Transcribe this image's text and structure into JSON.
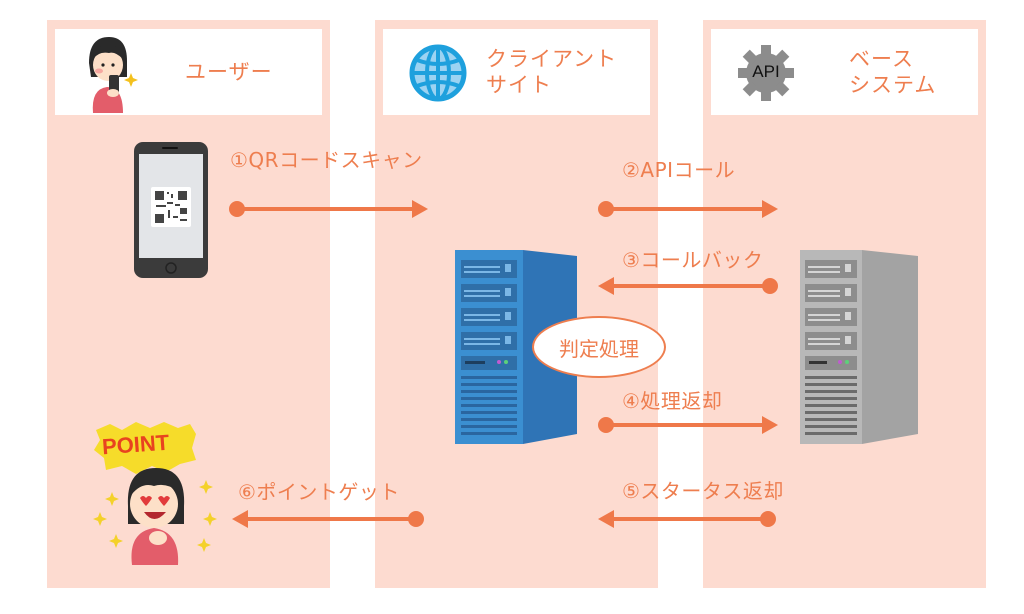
{
  "lanes": {
    "user": {
      "title": "ユーザー",
      "icon": "person-with-smartphone-icon"
    },
    "client": {
      "title_line1": "クライアント",
      "title_line2": "サイト",
      "icon": "globe-icon"
    },
    "base": {
      "title_line1": "ベース",
      "title_line2": "システム",
      "icon": "api-gear-icon",
      "icon_label": "API"
    }
  },
  "steps": [
    {
      "label": "①QRコードスキャン",
      "direction": "right",
      "from": "user",
      "to": "client"
    },
    {
      "label": "②APIコール",
      "direction": "right",
      "from": "client",
      "to": "base"
    },
    {
      "label": "③コールバック",
      "direction": "left",
      "from": "base",
      "to": "client"
    },
    {
      "label": "④処理返却",
      "direction": "right",
      "from": "client",
      "to": "base"
    },
    {
      "label": "⑤スタータス返却",
      "direction": "left",
      "from": "base",
      "to": "client"
    },
    {
      "label": "⑥ポイントゲット",
      "direction": "left",
      "from": "client",
      "to": "user"
    }
  ],
  "process_bubble": "判定処理",
  "point_badge": "POINT",
  "colors": {
    "lane_bg": "#fddbd0",
    "accent": "#ef7849",
    "text": "#ee7e4f",
    "client_server": "#3b8fd1",
    "base_server": "#a3a3a3",
    "globe": "#1ea0dd",
    "gear": "#8c8c8c"
  }
}
